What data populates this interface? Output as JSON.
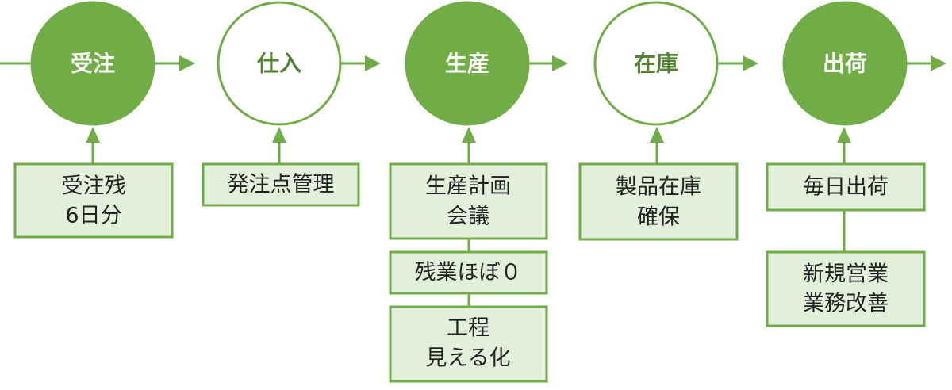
{
  "stages": [
    {
      "label": "受注",
      "style": "filled"
    },
    {
      "label": "仕入",
      "style": "outline"
    },
    {
      "label": "生産",
      "style": "filled"
    },
    {
      "label": "在庫",
      "style": "outline"
    },
    {
      "label": "出荷",
      "style": "filled"
    }
  ],
  "notes": {
    "order_backlog": [
      "受注残",
      "6日分"
    ],
    "purchase_order_mgmt": [
      "発注点管理"
    ],
    "production_planning": [
      "生産計画",
      "会議"
    ],
    "overtime": [
      "残業ほぼ０"
    ],
    "process_visualization": [
      "工程",
      "見える化"
    ],
    "product_stock": [
      "製品在庫",
      "確保"
    ],
    "daily_shipping": [
      "毎日出荷"
    ],
    "new_sales": [
      "新規営業",
      "業務改善"
    ]
  },
  "colors": {
    "accent": "#70ad47",
    "accent_dark": "#548235",
    "note_fill": "#e2efda",
    "text": "#222222"
  }
}
